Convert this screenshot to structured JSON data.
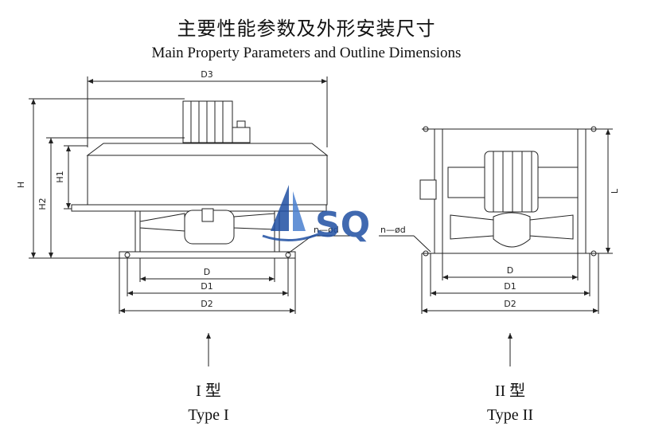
{
  "title_cn": "主要性能参数及外形安装尺寸",
  "title_en": "Main Property Parameters and Outline Dimensions",
  "logo": {
    "text": "SQ",
    "color": "#1f4fa3"
  },
  "type1": {
    "dims": {
      "d3": "D3",
      "h": "H",
      "h1": "H1",
      "h2": "H2",
      "d": "D",
      "d1": "D1",
      "d2": "D2",
      "holes": "n—ød"
    },
    "caption_cn": "I 型",
    "caption_en": "Type I"
  },
  "type2": {
    "dims": {
      "l": "L",
      "d": "D",
      "d1": "D1",
      "d2": "D2",
      "holes": "n—ød"
    },
    "caption_cn": "II 型",
    "caption_en": "Type II"
  }
}
